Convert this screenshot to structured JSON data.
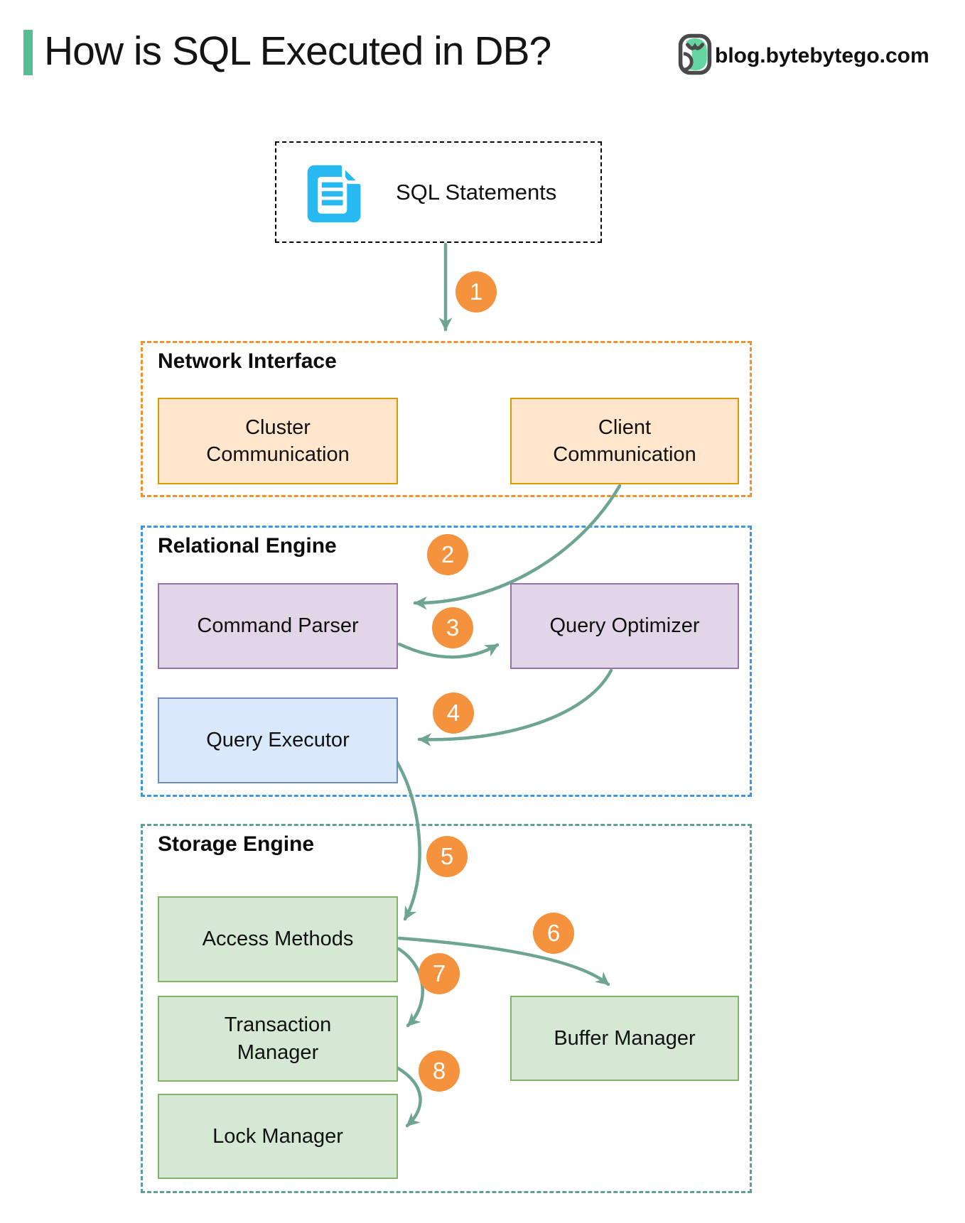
{
  "header": {
    "title": "How is SQL Executed in DB?",
    "brand_url": "blog.bytebytego.com",
    "logo_icon": "bytebytego-owl-icon"
  },
  "flow": {
    "source_label": "SQL Statements",
    "source_icon": "sql-document-icon",
    "steps": [
      "1",
      "2",
      "3",
      "4",
      "5",
      "6",
      "7",
      "8"
    ]
  },
  "sections": {
    "network_interface": {
      "label": "Network Interface"
    },
    "relational_engine": {
      "label": "Relational Engine"
    },
    "storage_engine": {
      "label": "Storage Engine"
    }
  },
  "nodes": {
    "cluster_communication": {
      "lines": [
        "Cluster",
        "Communication"
      ]
    },
    "client_communication": {
      "lines": [
        "Client",
        "Communication"
      ]
    },
    "command_parser": {
      "label": "Command Parser"
    },
    "query_optimizer": {
      "label": "Query Optimizer"
    },
    "query_executor": {
      "label": "Query Executor"
    },
    "access_methods": {
      "label": "Access Methods"
    },
    "transaction_manager": {
      "lines": [
        "Transaction",
        "Manager"
      ]
    },
    "buffer_manager": {
      "label": "Buffer Manager"
    },
    "lock_manager": {
      "label": "Lock Manager"
    }
  },
  "colors": {
    "arrow": "#6EA592",
    "step_badge": "#F5923D",
    "accent_bar": "#57BE93",
    "doc_icon": "#29B9F2",
    "peach_fill": "#FFE6CC",
    "peach_border": "#D79B00",
    "purple_fill": "#E1D5E7",
    "purple_border": "#9673A6",
    "blue_fill": "#DAE8FC",
    "blue_border": "#6C8EBF",
    "green_fill": "#D5E8D4",
    "green_border": "#82B366",
    "section_network": "#F0922E",
    "section_relational": "#3E97E3",
    "section_storage": "#5F9F94"
  }
}
